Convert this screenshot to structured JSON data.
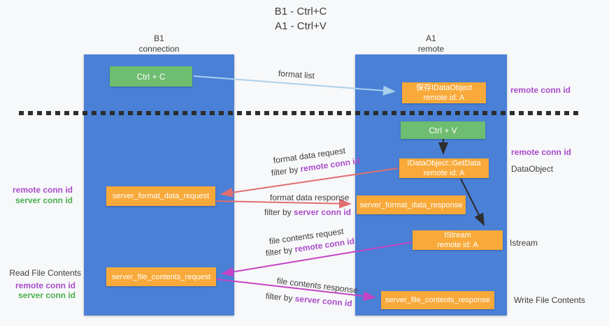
{
  "title": {
    "line1": "B1 - Ctrl+C",
    "line2": "A1 - Ctrl+V"
  },
  "lanes": {
    "left": {
      "name": "B1",
      "subtitle": "connection"
    },
    "right": {
      "name": "A1",
      "subtitle": "remote"
    }
  },
  "nodes": {
    "ctrl_c": "Ctrl + C",
    "ctrl_v": "Ctrl + V",
    "save_dataobject": {
      "line1": "保存IDataObject",
      "line2": "remote id: A"
    },
    "getdata": {
      "line1": "IDataObject::GetData",
      "line2": "remote id: A"
    },
    "istream": {
      "line1": "IStream",
      "line2": "remote id: A"
    },
    "server_format_data_request": "server_format_data_request",
    "server_format_data_response": "server_format_data_response",
    "server_file_contents_request": "server_file_contents_request",
    "server_file_contents_response": "server_file_contents_response"
  },
  "edge_labels": {
    "format_list": "format list",
    "format_data_request": "format data request",
    "format_data_response": "format data response",
    "file_contents_request": "file contents request",
    "file_contents_response": "file contents response",
    "filter_by": "filter by",
    "remote_conn_id": "remote conn id",
    "server_conn_id": "server conn id"
  },
  "side_labels": {
    "remote_conn_id": "remote conn id",
    "server_conn_id": "server conn id",
    "dataobject": "DataObject",
    "istream": "Istream",
    "read_file_contents": "Read File Contents",
    "write_file_contents": "Write File Contents"
  },
  "colors": {
    "lane_blue": "#4a80d6",
    "green_box": "#6ebd70",
    "orange_box": "#f8a939",
    "blue_arrow": "#a9d0ec",
    "black_arrow": "#2e2e2e",
    "salmon_arrow": "#e06e6e",
    "magenta_arrow": "#c443c4",
    "purple_text": "#a94ccb",
    "green_text": "#4caf50"
  }
}
